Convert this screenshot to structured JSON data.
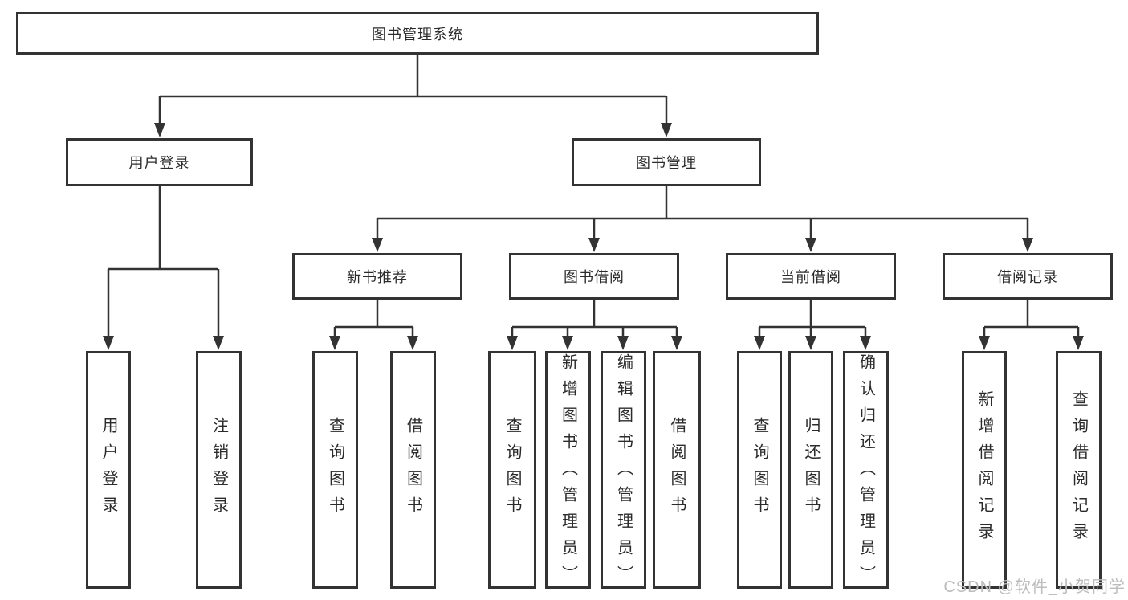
{
  "tree": {
    "root": {
      "label": "图书管理系统"
    },
    "branches": [
      {
        "label": "用户登录",
        "children": [
          {
            "label": "用户登录"
          },
          {
            "label": "注销登录"
          }
        ]
      },
      {
        "label": "图书管理",
        "children": [
          {
            "label": "新书推荐",
            "children": [
              {
                "label": "查询图书"
              },
              {
                "label": "借阅图书"
              }
            ]
          },
          {
            "label": "图书借阅",
            "children": [
              {
                "label": "查询图书"
              },
              {
                "label": "新增图书（管理员）"
              },
              {
                "label": "编辑图书（管理员）"
              },
              {
                "label": "借阅图书"
              }
            ]
          },
          {
            "label": "当前借阅",
            "children": [
              {
                "label": "查询图书"
              },
              {
                "label": "归还图书"
              },
              {
                "label": "确认归还（管理员）"
              }
            ]
          },
          {
            "label": "借阅记录",
            "children": [
              {
                "label": "新增借阅记录"
              },
              {
                "label": "查询借阅记录"
              }
            ]
          }
        ]
      }
    ]
  },
  "watermark": {
    "text": "CSDN @软件_小贺同学"
  },
  "colors": {
    "line": "#333333",
    "text": "#2b2b2b",
    "watermark": "#bdbdbd",
    "background": "#ffffff"
  }
}
